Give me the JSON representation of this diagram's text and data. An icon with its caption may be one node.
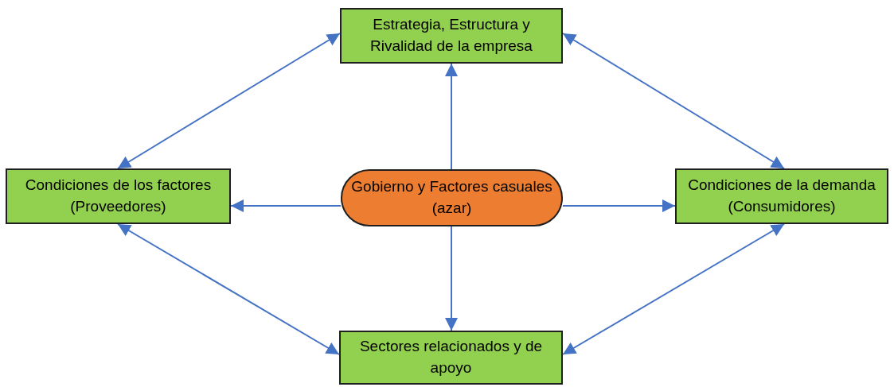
{
  "diagram": {
    "nodes": [
      {
        "text": [
          "Estrategia, Estructura y Rivalidad de la empresa"
        ]
      },
      {
        "text": [
          "Condiciones de los factores (Proveedores)"
        ]
      },
      {
        "text": [
          "Gobierno y Factores casuales (azar)"
        ]
      },
      {
        "text": [
          "Condiciones de la demanda (Consumidores)"
        ]
      },
      {
        "text": [
          "Sectores relacionados y de apoyo"
        ]
      }
    ],
    "edges": [
      {
        "from": 2,
        "to": 0,
        "arrow": "to"
      },
      {
        "from": 2,
        "to": 1,
        "arrow": "to"
      },
      {
        "from": 2,
        "to": 3,
        "arrow": "to"
      },
      {
        "from": 2,
        "to": 4,
        "arrow": "to"
      },
      {
        "from": 0,
        "to": 1,
        "arrow": "both"
      },
      {
        "from": 0,
        "to": 3,
        "arrow": "both"
      },
      {
        "from": 1,
        "to": 4,
        "arrow": "both"
      },
      {
        "from": 3,
        "to": 4,
        "arrow": "both"
      }
    ]
  }
}
